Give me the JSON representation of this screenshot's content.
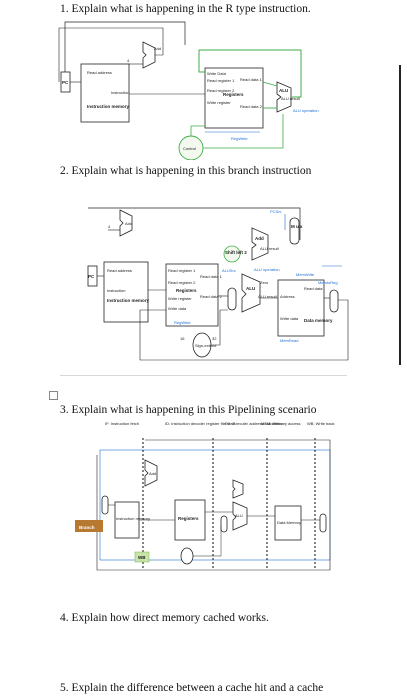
{
  "questions": [
    "1. Explain what is happening in the R type instruction.",
    "2. Explain what is happening in this branch instruction",
    "3. Explain what is happening in this Pipelining scenario",
    "4. Explain how direct memory cached works.",
    "5. Explain the difference between a cache hit and a cache"
  ],
  "fig1": {
    "pc": "PC",
    "add": "Add",
    "four": "4",
    "read_address": "Read address",
    "instruction": "Instruction",
    "instruction_memory": "Instruction memory",
    "write_data": "Write Data",
    "read_register_1": "Read register 1",
    "read_register_2": "Read register 2",
    "write_register": "Write register",
    "registers": "Registers",
    "read_data_1": "Read data 1",
    "read_data_2": "Read data 2",
    "alu": "ALU",
    "alu_result": "ALU result",
    "alu_operation": "ALU operation",
    "regwrite": "RegWrite",
    "control": "Control"
  },
  "fig2": {
    "pcsrc": "PCSrc",
    "add": "Add",
    "alu_add_result": "ALU result",
    "shift_left_2": "Shift left 2",
    "four": "4",
    "pc": "PC",
    "read_address": "Read address",
    "instruction": "Instruction",
    "instruction_memory": "Instruction memory",
    "read_register_1": "Read register 1",
    "read_register_2": "Read register 2",
    "registers": "Registers",
    "write_register": "Write register",
    "write_data": "Write data",
    "read_data_1": "Read data 1",
    "read_data_2": "Read data 2",
    "alusrc": "ALUSrc",
    "alu_operation": "ALU operation",
    "alu": "ALU",
    "zero": "Zero",
    "alu_result": "ALU result",
    "memwrite": "MemWrite",
    "memtoreg": "MemtoReg",
    "address": "Address",
    "read_data": "Read data",
    "write_data_mem": "Write data",
    "data_memory": "Data memory",
    "memread": "MemRead",
    "regwrite": "RegWrite",
    "sixteen": "16",
    "thirtytwo": "32",
    "sign_extend": "Sign-extend",
    "mux": "M u x"
  },
  "fig3": {
    "stages": [
      "IF: Instruction fetch",
      "ID: Instruction decode/ register file read",
      "EX: Execute/ address calculation",
      "MEM: Memory access",
      "WB: Write back"
    ],
    "branch": "Branch",
    "wb": "WB",
    "add": "Add",
    "alu": "ALU",
    "registers": "Registers",
    "data_memory": "Data Memory",
    "instruction_memory": "Instruction memory"
  },
  "colors": {
    "wire_green": "#3fae49",
    "wire_blue": "#1f6fd6",
    "wire_black": "#222222",
    "control_fill": "#f3f9ef",
    "branch_fill": "#b7792f",
    "wb_fill": "#c9e4a8"
  }
}
